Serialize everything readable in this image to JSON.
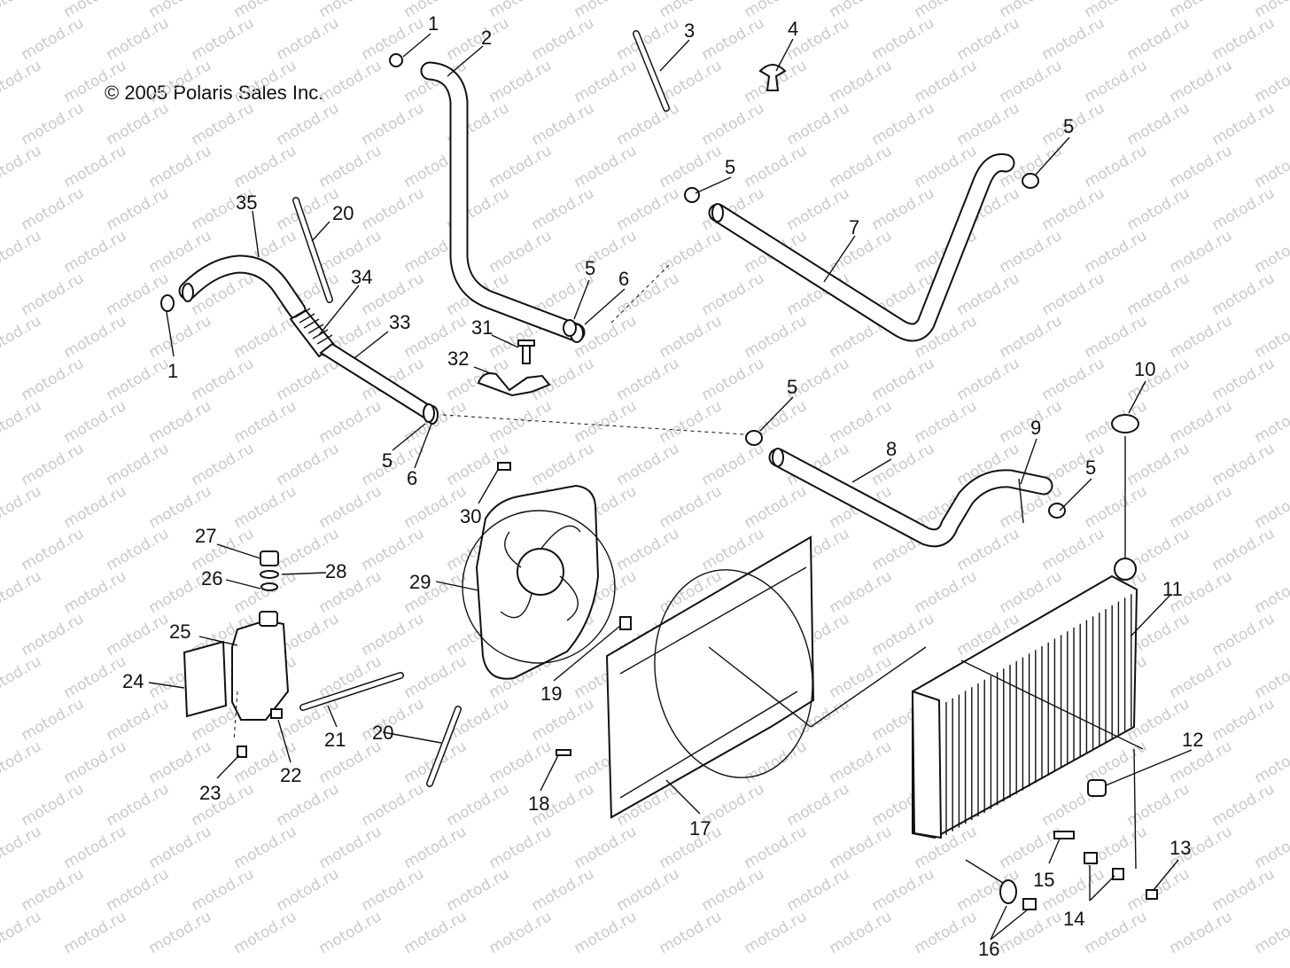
{
  "copyright": "© 2005 Polaris Sales Inc.",
  "watermark": "motod.ru",
  "callouts": [
    "1",
    "2",
    "3",
    "4",
    "5",
    "5",
    "5",
    "6",
    "7",
    "5",
    "5",
    "8",
    "9",
    "5",
    "10",
    "11",
    "12",
    "13",
    "14",
    "15",
    "16",
    "17",
    "18",
    "19",
    "20",
    "21",
    "22",
    "23",
    "24",
    "25",
    "26",
    "27",
    "28",
    "29",
    "30",
    "31",
    "32",
    "33",
    "34",
    "35",
    "20",
    "1",
    "5",
    "6"
  ]
}
